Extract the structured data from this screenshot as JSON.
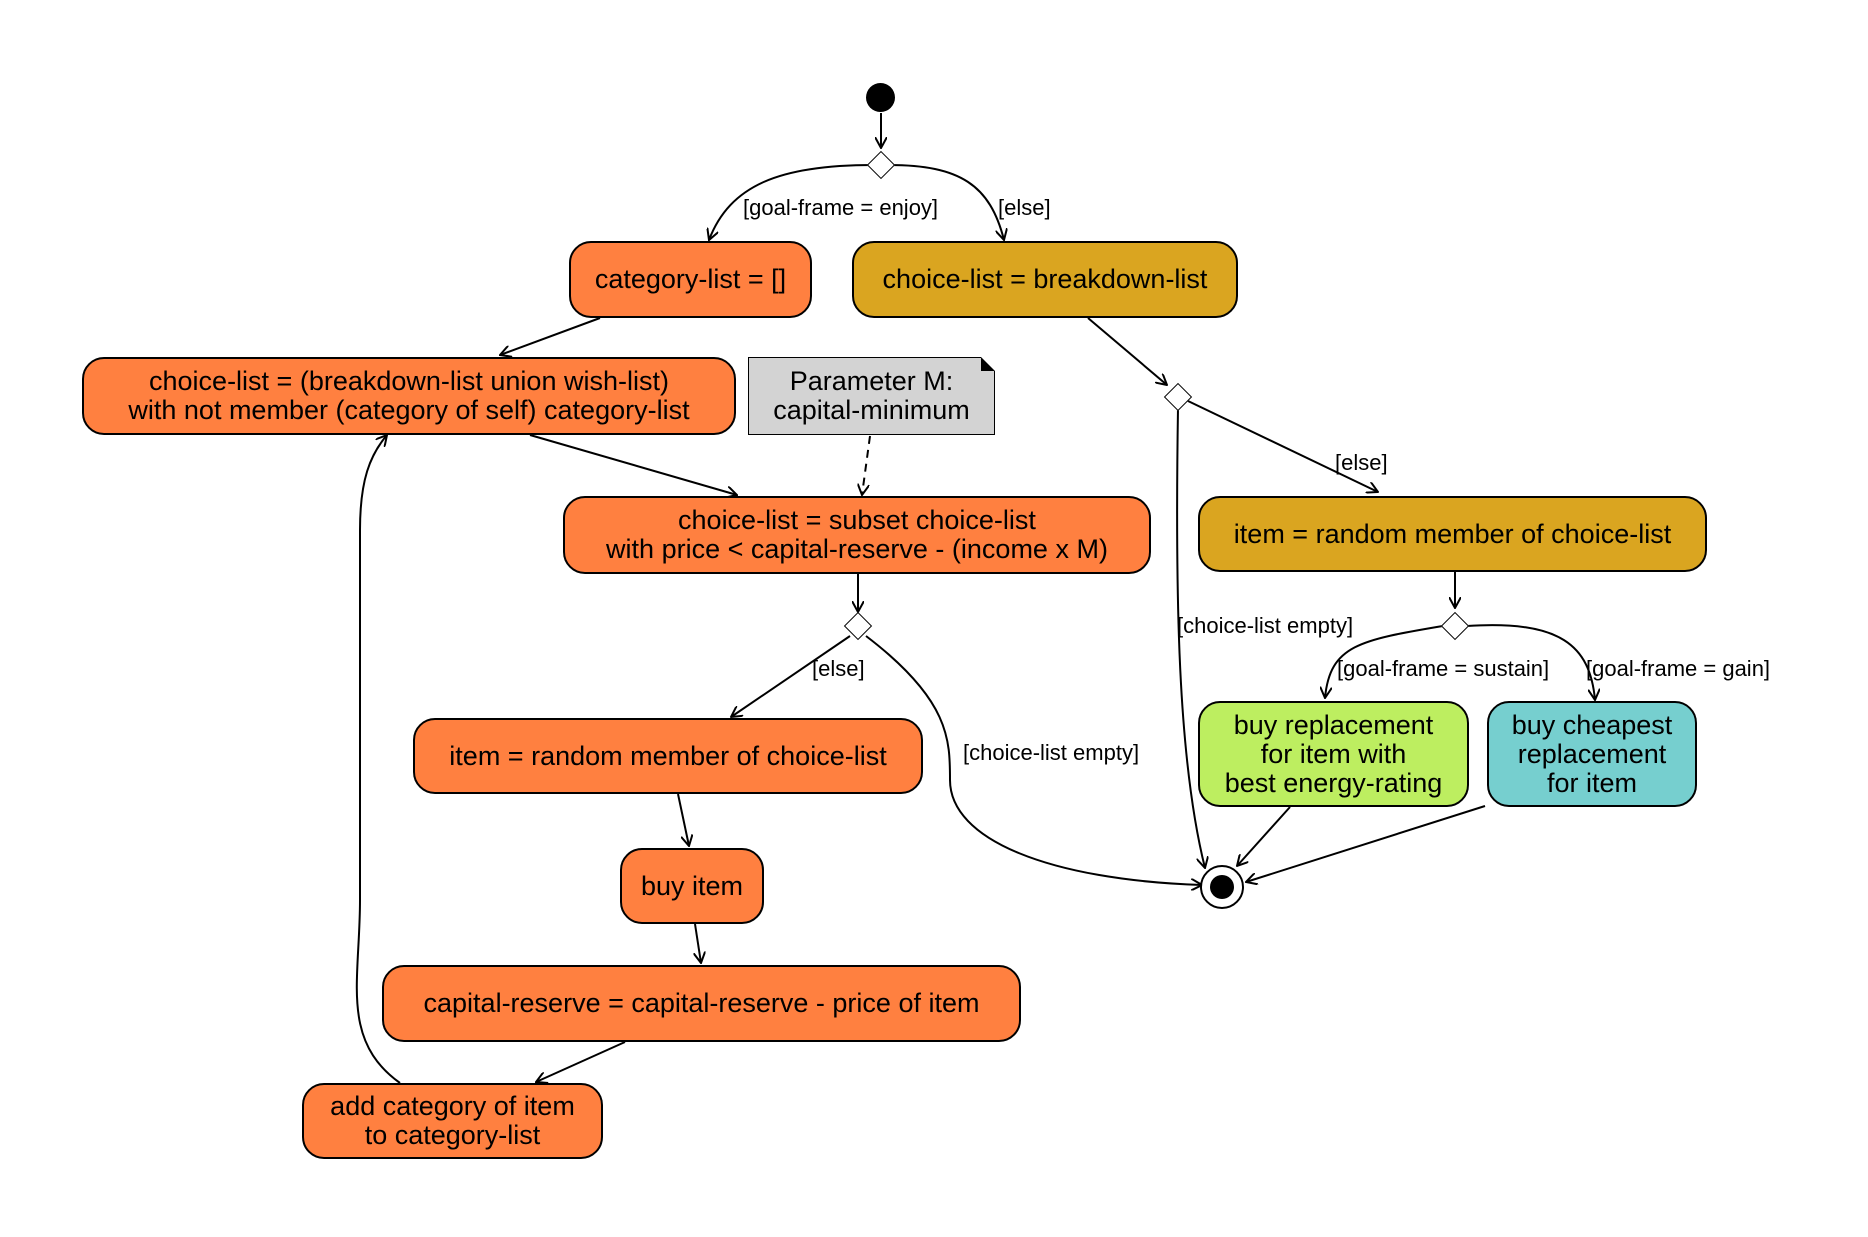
{
  "colors": {
    "enjoy_action": "#FF8040",
    "else_action": "#DAA520",
    "sustain_action": "#BDEE60",
    "gain_action": "#76CFCF",
    "note": "#D3D3D3"
  },
  "actions": {
    "category_list_init": "category-list = []",
    "choice_list_breakdown": "choice-list = breakdown-list",
    "choice_list_union": "choice-list = (breakdown-list union wish-list)\nwith not member (category of self) category-list",
    "choice_list_subset": "choice-list = subset choice-list\nwith price < capital-reserve - (income x M)",
    "item_random_left": "item = random member of choice-list",
    "item_random_right": "item = random member of choice-list",
    "buy_item": "buy item",
    "capital_update": "capital-reserve = capital-reserve - price of item",
    "add_category": "add category of item\nto category-list",
    "buy_best_energy": "buy replacement\nfor item with\nbest energy-rating",
    "buy_cheapest": "buy cheapest\nreplacement\nfor item"
  },
  "note": "Parameter M:\ncapital-minimum",
  "guards": {
    "enjoy": "[goal-frame = enjoy]",
    "else_top": "[else]",
    "else_right": "[else]",
    "choice_empty_right": "[choice-list empty]",
    "else_left": "[else]",
    "choice_empty_left": "[choice-list empty]",
    "sustain": "[goal-frame = sustain]",
    "gain": "[goal-frame = gain]"
  }
}
